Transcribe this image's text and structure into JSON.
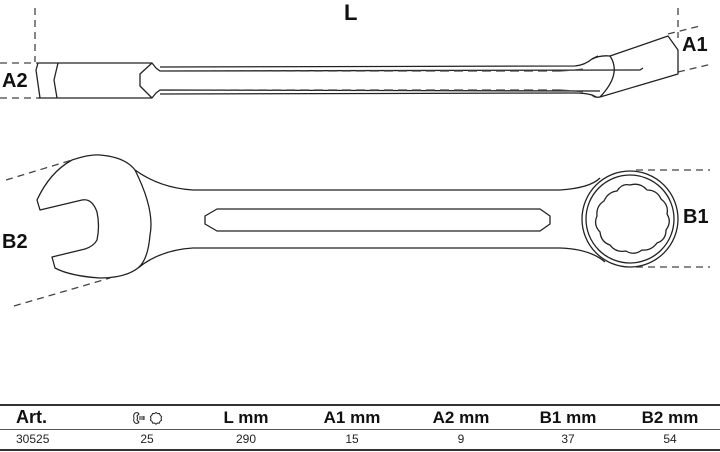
{
  "drawing": {
    "title": "Combination wrench dimension drawing",
    "labels": {
      "L": "L",
      "A1": "A1",
      "A2": "A2",
      "B1": "B1",
      "B2": "B2"
    },
    "line_color": "#222222",
    "dash_color": "#333333"
  },
  "table": {
    "headers": [
      {
        "key": "art",
        "label": "Art."
      },
      {
        "key": "size",
        "label": "",
        "icons": [
          "open-end-wrench-icon",
          "ring-12-point-icon"
        ]
      },
      {
        "key": "L",
        "label": "L mm"
      },
      {
        "key": "A1",
        "label": "A1 mm"
      },
      {
        "key": "A2",
        "label": "A2 mm"
      },
      {
        "key": "B1",
        "label": "B1 mm"
      },
      {
        "key": "B2",
        "label": "B2 mm"
      }
    ],
    "rows": [
      {
        "art": "30525",
        "size": "25",
        "L": "290",
        "A1": "15",
        "A2": "9",
        "B1": "37",
        "B2": "54"
      }
    ]
  }
}
